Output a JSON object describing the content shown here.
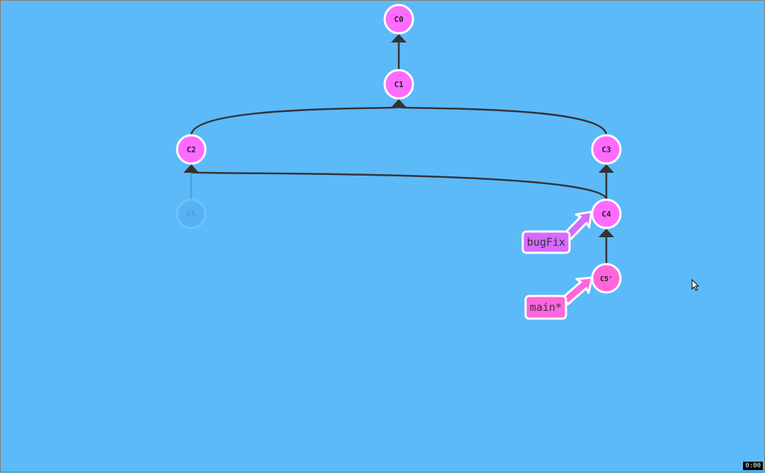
{
  "commits": [
    {
      "id": "C0",
      "faded": false,
      "color": "#ff6bff"
    },
    {
      "id": "C1",
      "faded": false,
      "color": "#ff6bff"
    },
    {
      "id": "C2",
      "faded": false,
      "color": "#ff6bff"
    },
    {
      "id": "C3",
      "faded": false,
      "color": "#ff6bff"
    },
    {
      "id": "C4",
      "faded": false,
      "color": "#ff6bff"
    },
    {
      "id": "C5'",
      "faded": false,
      "color": "#ff66dd"
    },
    {
      "id": "C5",
      "faded": true,
      "color": "#5cbaf9"
    }
  ],
  "branches": [
    {
      "name": "bugFix",
      "target": "C4",
      "color": "#d66bff"
    },
    {
      "name": "main*",
      "target": "C5'",
      "color": "#ff66dd"
    }
  ],
  "timer": "0:00",
  "colors": {
    "background": "#5cbaf9",
    "edge": "#333333"
  }
}
